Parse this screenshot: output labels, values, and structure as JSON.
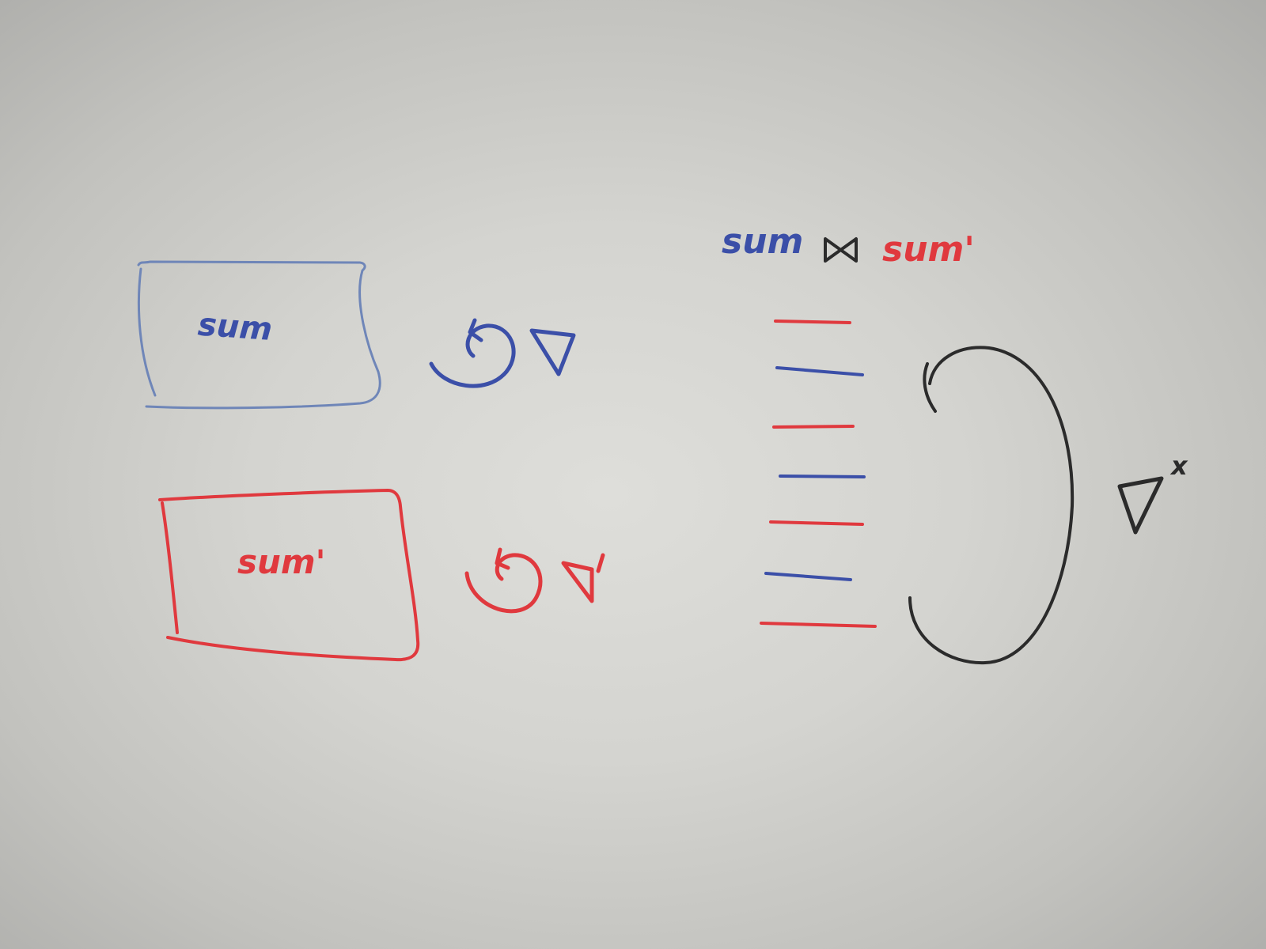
{
  "image": {
    "type": "whiteboard-photo",
    "background": "#d9d9d5"
  },
  "colors": {
    "blue_ink": "#3b4fa8",
    "red_ink": "#e0393e",
    "black_ink": "#2b2b2b",
    "blue_frame": "#6f86b8"
  },
  "left_panel": {
    "blue_box": {
      "label": "sum",
      "icons": [
        "rotate-arrow-icon",
        "nabla-icon"
      ]
    },
    "red_box": {
      "label": "sum'",
      "icons": [
        "rotate-arrow-icon",
        "nabla-prime-icon"
      ]
    }
  },
  "right_panel": {
    "join_expression": {
      "left": "sum",
      "operator": "⋈",
      "right": "sum'"
    },
    "stripes": {
      "colors": [
        "red",
        "blue",
        "red",
        "blue",
        "red",
        "blue",
        "red"
      ]
    },
    "loop_icon": "cycle-arrow-icon",
    "nabla_star": {
      "symbol": "∇",
      "superscript": "x"
    }
  }
}
